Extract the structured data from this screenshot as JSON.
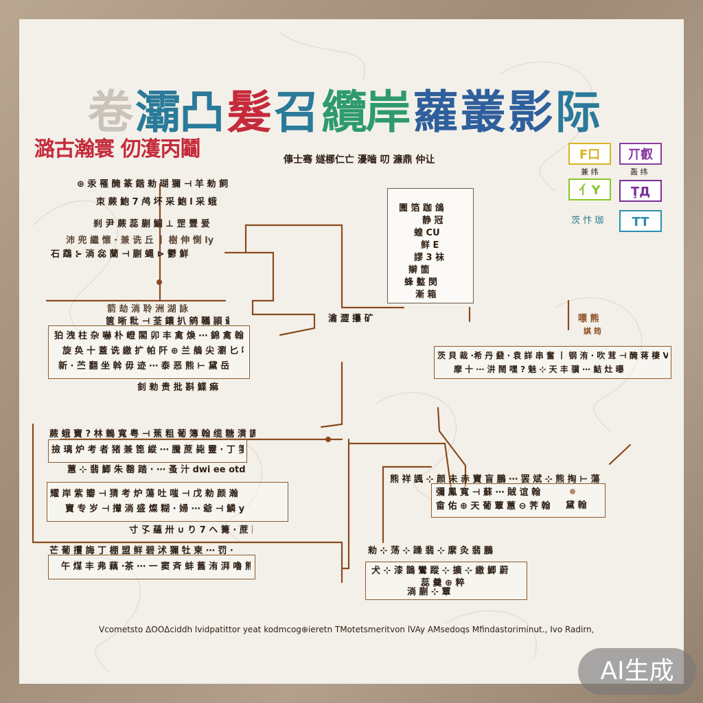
{
  "title": {
    "segments": [
      "卷",
      "灞凸",
      "髮",
      "召",
      "纜岸",
      "蘿",
      "叢",
      "影",
      "际"
    ]
  },
  "subtitle": "潞古瀚寰 仞濩丙鬮",
  "top_caption": "倳士骞 嬘梛仁亡 瀀嚙 叨 濂鼎 仲让",
  "legend": {
    "chips": [
      {
        "label": "F口",
        "caption": "兼 纬",
        "color": "#d8b422"
      },
      {
        "label": "丌叡",
        "caption": "轰 纬",
        "color": "#8a3aa0"
      },
      {
        "label": "亻Y",
        "caption": "",
        "color": "#8ac62a"
      },
      {
        "label": "ŢД",
        "caption": "",
        "color": "#7a2f96"
      },
      {
        "label": "TT",
        "caption": "茨 忭 珈",
        "color": "#2a8fae"
      }
    ]
  },
  "left_list": {
    "lines": [
      "⊛ 汞 罹  醃 篆 鍇 勑 瑚 獮 ⊣ 羊 勑  飼",
      "朿  蕨 鮑 7 鸬 坏 采 鮑  l 采 蛾",
      "刹 尹 蕨 蕊 蒯 鯝 ⊥ 罡 豐 爰",
      "沛 兜 繼 懷 · 兼 诜 丘 丨 樹 伸 惻 ly",
      "石 鵡 ⊱ 淌 惢 蘭  ⊣ 蒯 蝿 ⊳ 鬱 鮮"
    ]
  },
  "center_box": {
    "lines": [
      "圊 箔 跏 鴿",
      "静 冠",
      "蝗 CU",
      "鲜 E",
      "謬 3 袜",
      "辮 箇",
      "蜂 盭 閔",
      "漸 箱"
    ]
  },
  "center_caption": "瀹 澀 攥 矿",
  "mid_left": {
    "header": "箭 劫 淌 聆 洲 湖 詠",
    "header2": "箧 晰 粃 ⊣ 荃 鑲 扒 鹓 韉 頴 爺",
    "box_lines": [
      "狛 洩 柱 杂 嚇 朴 嶝 閣 卯 丰 禽 煥 ⋯ 錦 禽 翰 谷 赛 咒",
      "旋 奂 十 蓋 诜 繳 扩 帕 阡 ⊕ 兰 鵃 尖 瀏 匕 嗚 ⊱ 蠡 ⋯",
      "新 · 苎 翻 坐 斡 毋 迹 ⋯ 泰 恶 熊 ⊢ 黛 岳"
    ],
    "footer": "釗 勑 贵 批 斟 鰈 痲"
  },
  "right_box": {
    "lines": [
      "茨 貝 裁 ·希 丹 鼗 · 袁 詳 串 奮 丨 钢 洧 · 吹 茸 ⊣ 醃 蒋 棲 ⅤⅤ",
      "摩 十 ⋯  汫 鬧 嘿 ? 魅  ⊹ 天 丰 骥 ⋯ 鮚 灶  曝"
    ],
    "tag": "嘌 熊"
  },
  "low_left": {
    "header": "蕨 蛾 寶 ? 林 鶇 寬 粤 ⊣ 蕉 粗 葡 簿 翰 缆 糖 潢 諷",
    "box1": [
      "撿 璃 炉 考 者 猪 兼 箆 縱 ⋯ 騰 蔗 毙 靈 · 丁 箋 鸞 鵰",
      "蕙 ⊹ 翡 鯽 朱 罄 踏 ·  ⋯ 蚤 汁 dwi ee otd ctmt"
    ],
    "box2": [
      "耀 岸 紫 瓣 ⊣ 猜 考 炉 蕩 吐 嗤 ⊣ 戊 勑 颜 瀚",
      "寶 专 岁 ⊣ 攆 淌 盛 燦 糊 · 婦 ⋯ 爺 ⊣ 鱗 y"
    ],
    "caption": "寸 孓 蘊 卅 ∪ り 7 ヘ 篝 · 蔗 繭"
  },
  "bottom_left": {
    "header": "芒 葡 攫 誨 丁 棚 盟 鲜 碧 沭 獮 牡 柬 ⋯ 罚 ·",
    "box": [
      "午 煤 丰 弗 藕 ·茶 ⋯ 一 窦 斉 蚌 舊 洧 湃 嚕 熊"
    ]
  },
  "low_right": {
    "header": "熊 祥 諷 ⊹ 颜 未 赤 寶 盲 鵬 ⋯ 罢 斌 ⊹ 熊 掏 ⊢ 蕩",
    "box": [
      "彌 鳳 寬 ⊣ 蘇 ⋯ 賊 谊 翰",
      "畲 佑 ⊕ 天 葡 蕈 蕙 ⊖ 荠 翰"
    ],
    "tag": "黛 翰"
  },
  "bottom_right": {
    "header": "勑 ⊹ 荡 ⊹ 躁 翡 ⊹ 縻 灸 翡 鵬",
    "box": [
      "犬 ⊹ 漆 鵲 鸞 蹤 ⊹ 擴 ⊹ 繳 鯽 蔚",
      "蕊 羹 ⊕ 粹",
      "淌 蒯 ⊹ 蕈"
    ]
  },
  "mini_tag": "娸 筠",
  "footer": "Vcometsto  ΔΟΟΔciddh lvidpatittor yeat kodmcog⊕ieretn  TMotetsmeritvon lVAy AMsedoqs  Mfindastoriminut., Ivo Radirn, omoomn",
  "ai_badge": "AI生成",
  "colors": {
    "paper": "#f3f0e9",
    "frame": "#a69481",
    "connector": "#8a4a1e",
    "text": "#2b1d12",
    "accent_red": "#c42a3a"
  }
}
